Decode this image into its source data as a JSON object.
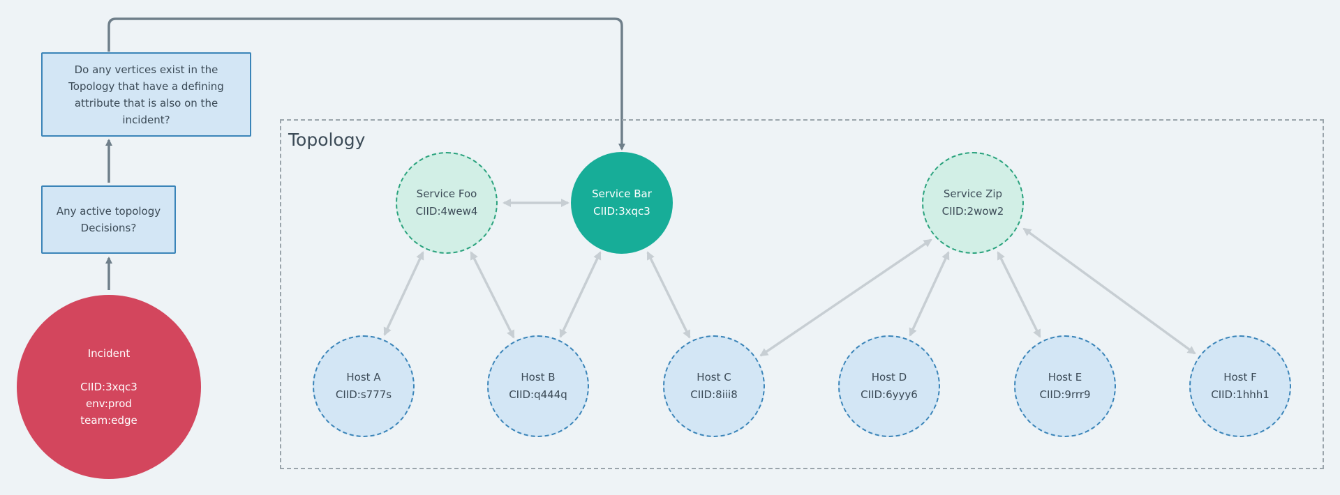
{
  "flow": {
    "incident": {
      "title": "Incident",
      "attributes": [
        "CIID:3xqc3",
        "env:prod",
        "team:edge"
      ]
    },
    "decisions_question": "Any active topology Decisions?",
    "vertices_question": "Do any vertices exist in the Topology that have a defining attribute that is also on the incident?"
  },
  "topology": {
    "title": "Topology",
    "services": [
      {
        "name": "Service Foo",
        "ciid": "CIID:4wew4",
        "active": false
      },
      {
        "name": "Service Bar",
        "ciid": "CIID:3xqc3",
        "active": true
      },
      {
        "name": "Service Zip",
        "ciid": "CIID:2wow2",
        "active": false
      }
    ],
    "hosts": [
      {
        "name": "Host A",
        "ciid": "CIID:s777s"
      },
      {
        "name": "Host B",
        "ciid": "CIID:q444q"
      },
      {
        "name": "Host C",
        "ciid": "CIID:8iii8"
      },
      {
        "name": "Host D",
        "ciid": "CIID:6yyy6"
      },
      {
        "name": "Host E",
        "ciid": "CIID:9rrr9"
      },
      {
        "name": "Host F",
        "ciid": "CIID:1hhh1"
      }
    ]
  },
  "colors": {
    "background": "#eef3f6",
    "incident": "#d3465d",
    "service_active": "#17ad98",
    "service_fill": "#d2efe6",
    "service_border": "#2aa27d",
    "host_fill": "#d3e6f5",
    "host_border": "#3a84b8",
    "flow_arrow": "#6f7f8a",
    "topology_arrow": "#c7ced3"
  }
}
